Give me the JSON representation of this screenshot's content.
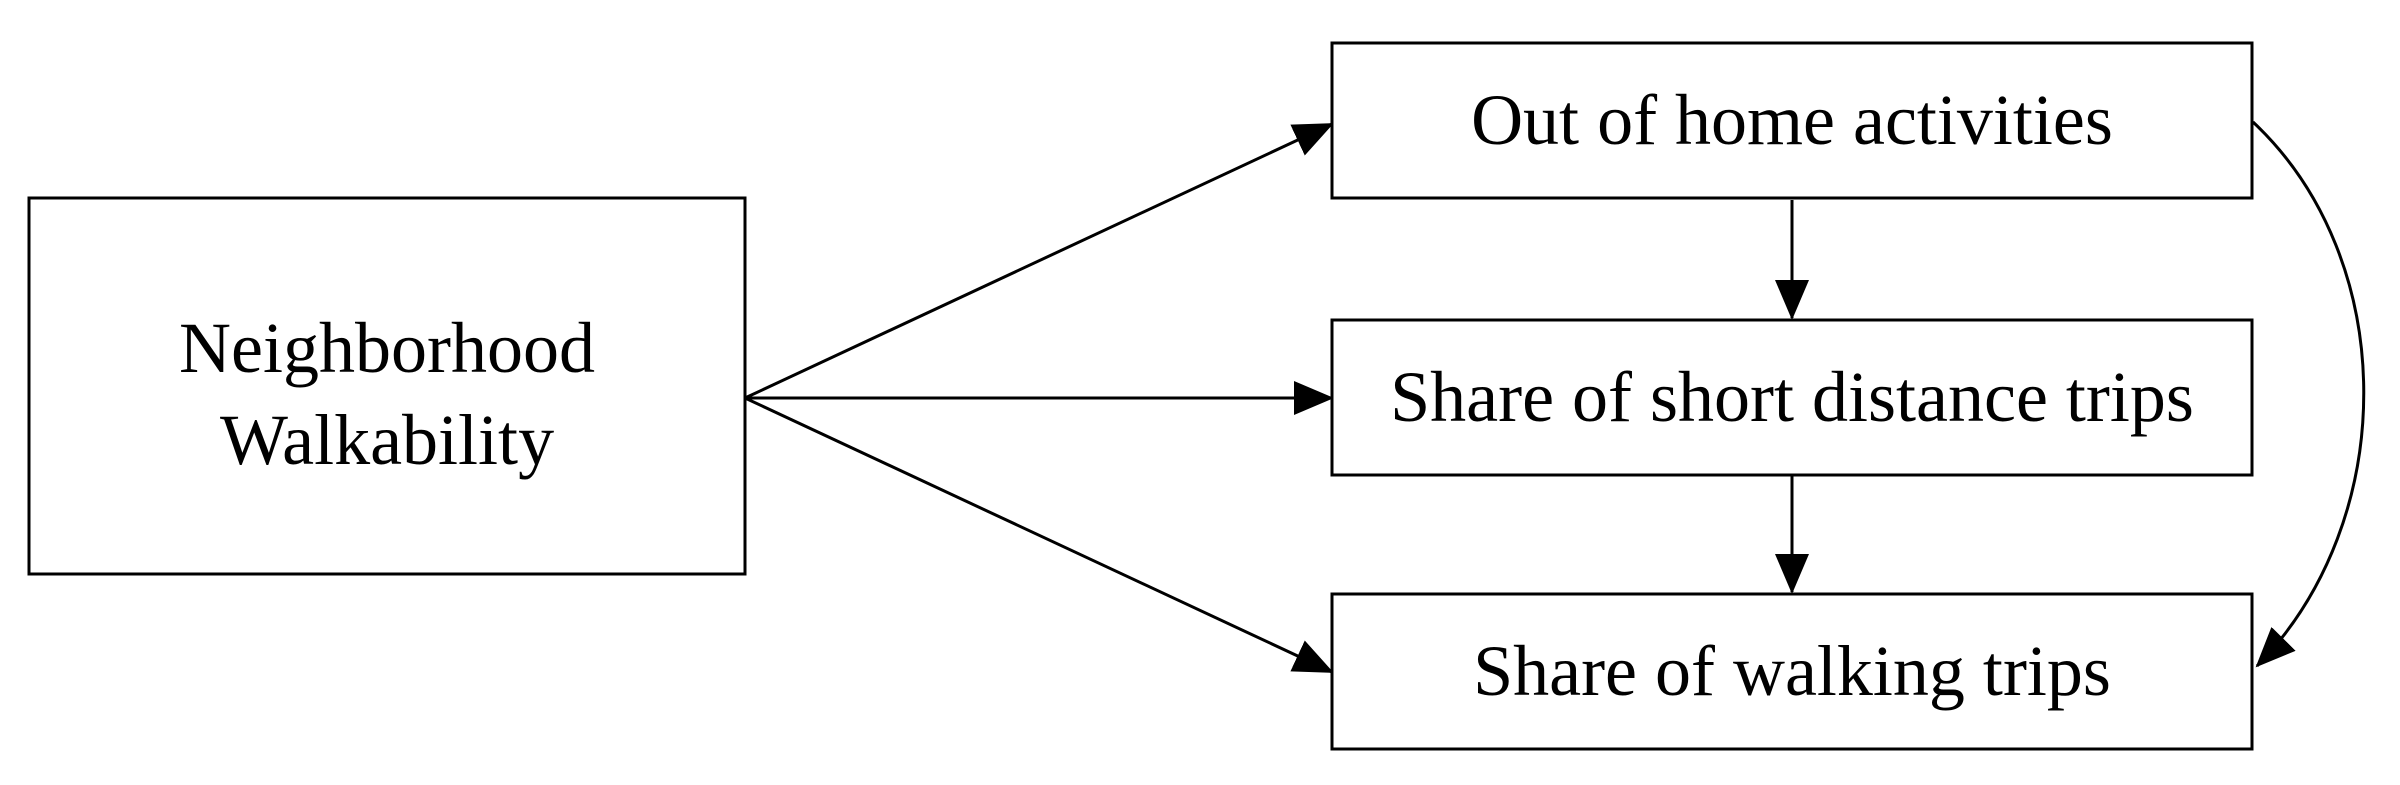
{
  "nodes": {
    "walkability": {
      "line1": "Neighborhood",
      "line2": "Walkability"
    },
    "out_of_home": {
      "label": "Out of home activities"
    },
    "short_trips": {
      "label": "Share of short distance trips"
    },
    "walking_trips": {
      "label": "Share of walking trips"
    }
  },
  "edges": [
    {
      "from": "Neighborhood Walkability",
      "to": "Out of home activities"
    },
    {
      "from": "Neighborhood Walkability",
      "to": "Share of short distance trips"
    },
    {
      "from": "Neighborhood Walkability",
      "to": "Share of walking trips"
    },
    {
      "from": "Out of home activities",
      "to": "Share of short distance trips"
    },
    {
      "from": "Share of short distance trips",
      "to": "Share of walking trips"
    },
    {
      "from": "Out of home activities",
      "to": "Share of walking trips"
    }
  ],
  "colors": {
    "stroke": "#000000",
    "background": "#ffffff"
  }
}
